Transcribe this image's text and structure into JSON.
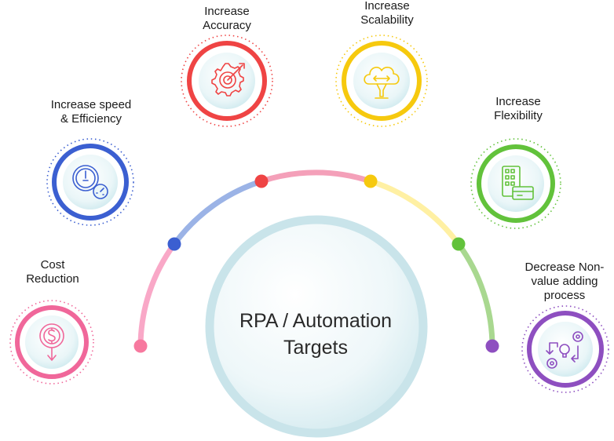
{
  "center": {
    "line1": "RPA / Automation",
    "line2": "Targets"
  },
  "targets": [
    {
      "line1": "Cost",
      "line2": "Reduction",
      "line3": "",
      "color": "#f0679a",
      "icon": "dollar-down-icon"
    },
    {
      "line1": "Increase speed",
      "line2": "& Efficiency",
      "line3": "",
      "color": "#3b5fd1",
      "icon": "speedometer-icon"
    },
    {
      "line1": "Increase",
      "line2": "Accuracy",
      "line3": "",
      "color": "#ef4444",
      "icon": "target-gear-icon"
    },
    {
      "line1": "Increase",
      "line2": "Scalability",
      "line3": "",
      "color": "#f6c90e",
      "icon": "cloud-scale-icon"
    },
    {
      "line1": "Increase",
      "line2": "Flexibility",
      "line3": "",
      "color": "#62c23b",
      "icon": "building-icon"
    },
    {
      "line1": "Decrease Non-",
      "line2": "value adding",
      "line3": "process",
      "color": "#8e4fc0",
      "icon": "process-gears-icon"
    }
  ],
  "arc_colors": [
    "#f9a8c7",
    "#9bb3e6",
    "#f4a0b9",
    "#fff0a3",
    "#a9d890"
  ],
  "node_colors": [
    "#f7799f",
    "#3b5fd1",
    "#ef4444",
    "#f6c90e",
    "#62c23b",
    "#8e4fc0"
  ]
}
